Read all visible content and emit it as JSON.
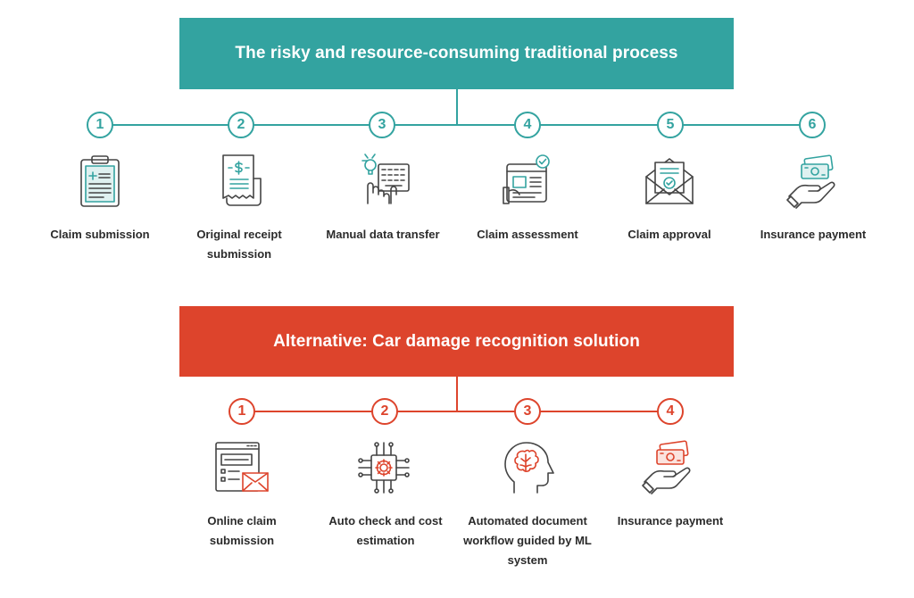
{
  "colors": {
    "traditional_accent": "#33a3a0",
    "alternative_accent": "#dd442c",
    "icon_stroke": "#444444"
  },
  "traditional": {
    "title": "The risky and resource-consuming traditional process",
    "steps": [
      {
        "number": "1",
        "label": "Claim submission",
        "icon": "clipboard-icon"
      },
      {
        "number": "2",
        "label": "Original receipt submission",
        "icon": "receipt-icon"
      },
      {
        "number": "3",
        "label": "Manual data transfer",
        "icon": "keyboard-icon"
      },
      {
        "number": "4",
        "label": "Claim assessment",
        "icon": "assessment-icon"
      },
      {
        "number": "5",
        "label": "Claim approval",
        "icon": "envelope-icon"
      },
      {
        "number": "6",
        "label": "Insurance payment",
        "icon": "hand-money-icon"
      }
    ]
  },
  "alternative": {
    "title": "Alternative: Car damage recognition solution",
    "steps": [
      {
        "number": "1",
        "label": "Online claim submission",
        "icon": "online-form-icon"
      },
      {
        "number": "2",
        "label": "Auto check and cost estimation",
        "icon": "chip-gear-icon"
      },
      {
        "number": "3",
        "label": "Automated document workflow guided by ML system",
        "icon": "brain-head-icon"
      },
      {
        "number": "4",
        "label": "Insurance payment",
        "icon": "hand-money-icon"
      }
    ]
  }
}
